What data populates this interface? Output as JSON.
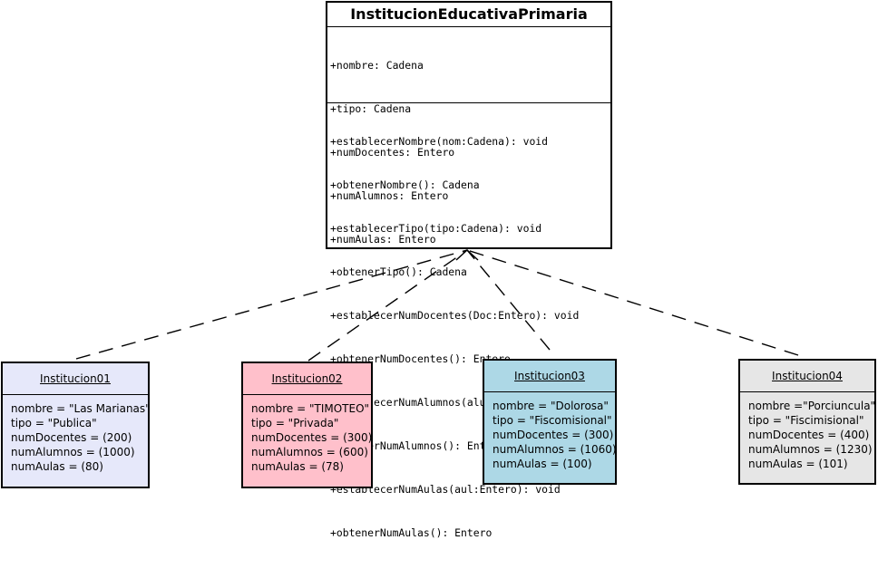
{
  "class": {
    "name": "InstitucionEducativaPrimaria",
    "attributes": [
      "+nombre: Cadena",
      "+tipo: Cadena",
      "+numDocentes: Entero",
      "+numAlumnos: Entero",
      "+numAulas: Entero"
    ],
    "operations": [
      "+establecerNombre(nom:Cadena): void",
      "+obtenerNombre(): Cadena",
      "+establecerTipo(tipo:Cadena): void",
      "+obtenerTipo(): Cadena",
      "+establecerNumDocentes(Doc:Entero): void",
      "+obtenerNumDocentes(): Entero",
      "+establecerNumAlumnos(alum:Entero): void",
      "+obtenerNumAlumnos(): Entero",
      "+establecerNumAulas(aul:Entero): void",
      "+obtenerNumAulas(): Entero"
    ]
  },
  "instances": [
    {
      "name": "Institucion01",
      "color": "#e6e8fa",
      "slots": [
        "nombre = \"Las Marianas\"",
        "tipo = \"Publica\"",
        "numDocentes = (200)",
        "numAlumnos = (1000)",
        "numAulas = (80)"
      ]
    },
    {
      "name": "Institucion02",
      "color": "#ffc0cb",
      "slots": [
        "nombre = \"TIMOTEO\"",
        "tipo = \"Privada\"",
        "numDocentes = (300)",
        "numAlumnos = (600)",
        "numAulas = (78)"
      ]
    },
    {
      "name": "Institucion03",
      "color": "#add8e6",
      "slots": [
        "nombre = \"Dolorosa\"",
        "tipo = \"Fiscomisional\"",
        "numDocentes = (300)",
        "numAlumnos = (1060)",
        "numAulas = (100)"
      ]
    },
    {
      "name": "Institucion04",
      "color": "#e6e6e6",
      "slots": [
        "nombre =\"Porciuncula\"",
        "tipo = \"Fiscimisional\"",
        "numDocentes = (400)",
        "numAlumnos = (1230)",
        "numAulas = (101)"
      ]
    }
  ]
}
